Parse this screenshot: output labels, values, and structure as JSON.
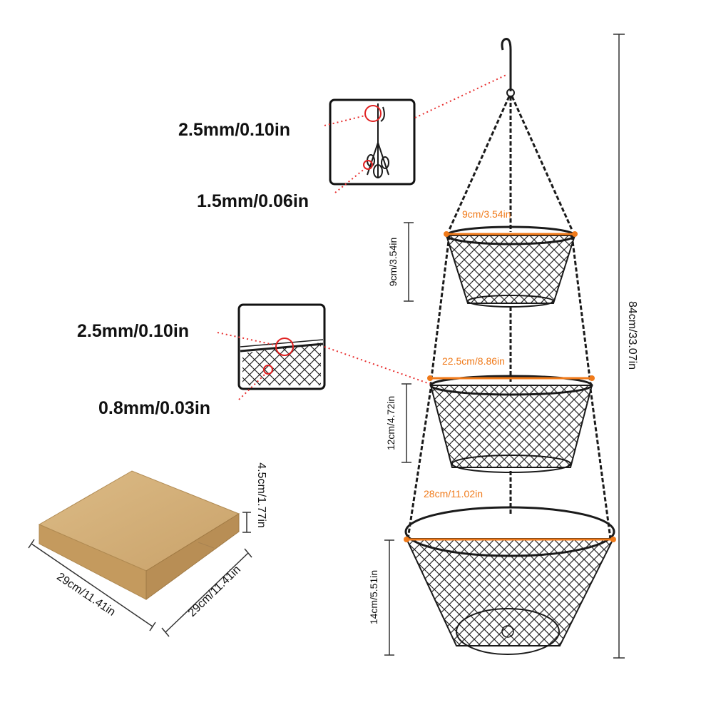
{
  "callouts": {
    "hook_wire": "2.5mm/0.10in",
    "chain_link": "1.5mm/0.06in",
    "rim_wire": "2.5mm/0.10in",
    "mesh_wire": "0.8mm/0.03in"
  },
  "dimensions": {
    "total_height": "84cm/33.07in",
    "top_basket_diameter": "9cm/3.54in",
    "top_basket_height": "9cm/3.54in",
    "middle_basket_diameter": "22.5cm/8.86in",
    "middle_basket_height": "12cm/4.72in",
    "bottom_basket_diameter": "28cm/11.02in",
    "bottom_basket_height": "14cm/5.51in"
  },
  "box": {
    "height": "4.5cm/1.77in",
    "length": "29cm/11.41in",
    "width": "29cm/11.41in"
  },
  "colors": {
    "accent": "#f07a1a",
    "dotted_line": "#e83030",
    "wire": "#1a1a1a",
    "box": "#d6b27a"
  }
}
